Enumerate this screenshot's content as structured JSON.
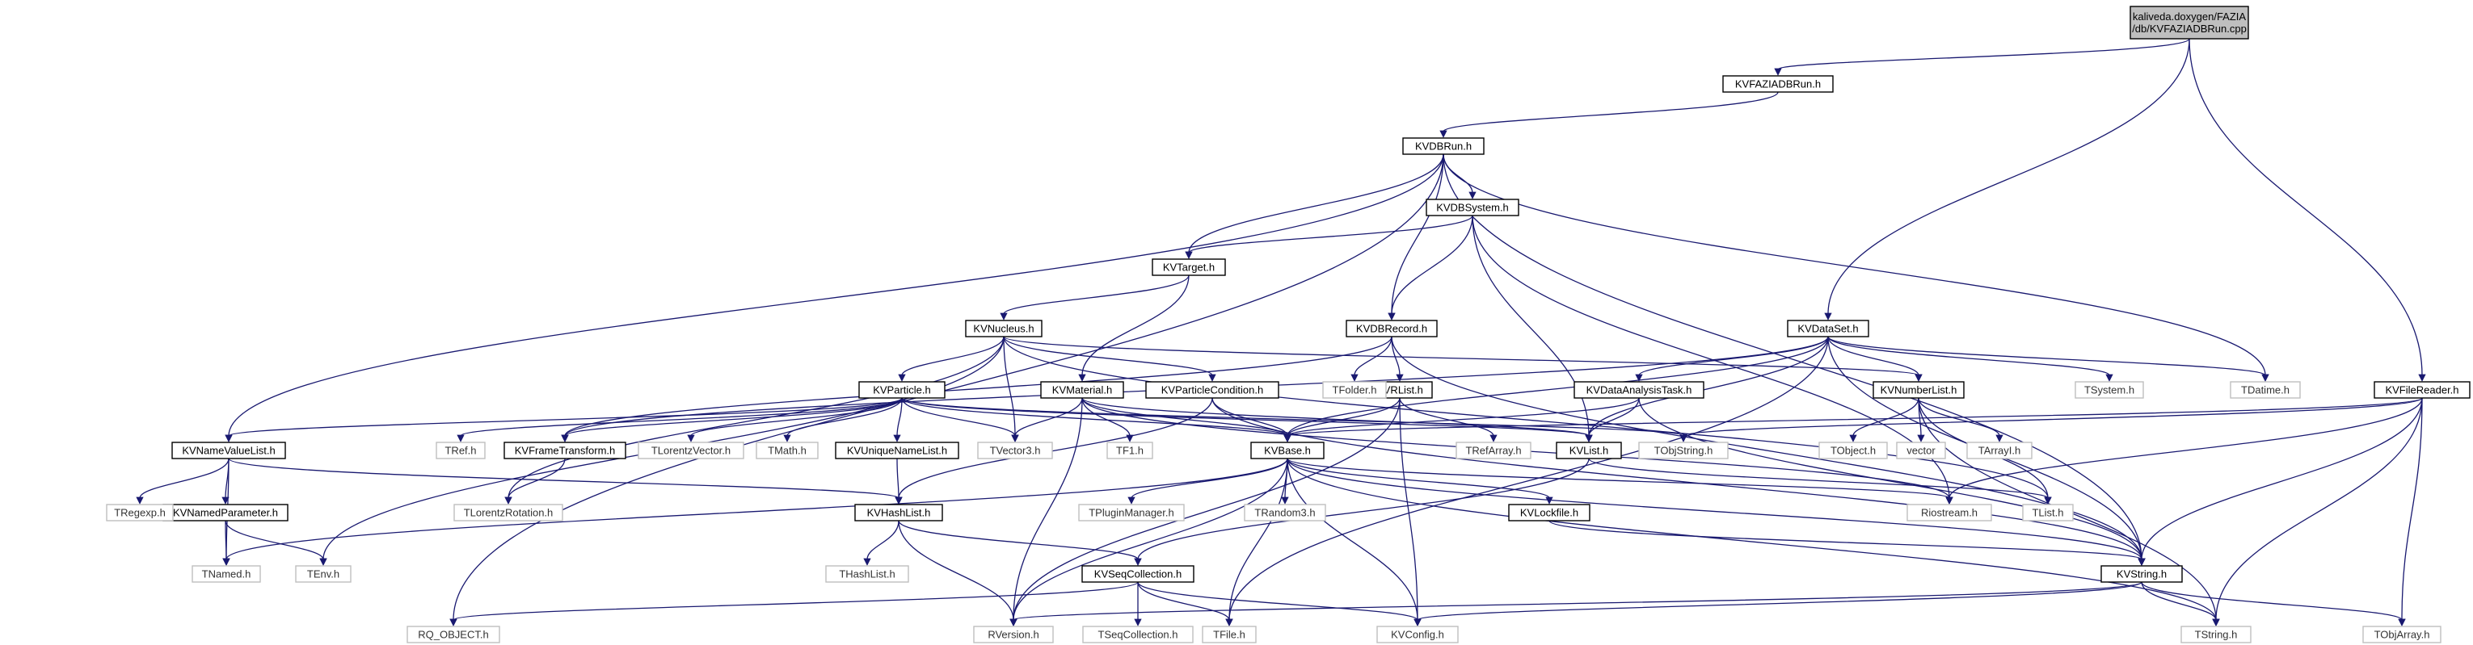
{
  "graph": {
    "root": "root",
    "nodes": [
      {
        "id": "root",
        "lines": [
          "kaliveda.doxygen/FAZIA",
          "/db/KVFAZIADBRun.cpp"
        ],
        "kind": "root"
      },
      {
        "id": "kvfaziadbrun_h",
        "lines": [
          "KVFAZIADBRun.h"
        ],
        "kind": "doc"
      },
      {
        "id": "kvdbrun_h",
        "lines": [
          "KVDBRun.h"
        ],
        "kind": "doc"
      },
      {
        "id": "kvdbsystem_h",
        "lines": [
          "KVDBSystem.h"
        ],
        "kind": "doc"
      },
      {
        "id": "kvtarget_h",
        "lines": [
          "KVTarget.h"
        ],
        "kind": "doc"
      },
      {
        "id": "kvnucleus_h",
        "lines": [
          "KVNucleus.h"
        ],
        "kind": "doc"
      },
      {
        "id": "kvdbrecord_h",
        "lines": [
          "KVDBRecord.h"
        ],
        "kind": "doc"
      },
      {
        "id": "kvdataset_h",
        "lines": [
          "KVDataSet.h"
        ],
        "kind": "doc"
      },
      {
        "id": "kvfilereader_h",
        "lines": [
          "KVFileReader.h"
        ],
        "kind": "doc"
      },
      {
        "id": "kvparticle_h",
        "lines": [
          "KVParticle.h"
        ],
        "kind": "doc"
      },
      {
        "id": "kvmaterial_h",
        "lines": [
          "KVMaterial.h"
        ],
        "kind": "doc"
      },
      {
        "id": "kvparticlecondition_h",
        "lines": [
          "KVParticleCondition.h"
        ],
        "kind": "doc"
      },
      {
        "id": "kvrlist_h",
        "lines": [
          "KVRList.h"
        ],
        "kind": "doc"
      },
      {
        "id": "kvdataanalysistask_h",
        "lines": [
          "KVDataAnalysisTask.h"
        ],
        "kind": "doc"
      },
      {
        "id": "kvnumberlist_h",
        "lines": [
          "KVNumberList.h"
        ],
        "kind": "doc"
      },
      {
        "id": "kvnamevaluelist_h",
        "lines": [
          "KVNameValueList.h"
        ],
        "kind": "doc"
      },
      {
        "id": "kvframetransform_h",
        "lines": [
          "KVFrameTransform.h"
        ],
        "kind": "doc"
      },
      {
        "id": "kvuniquenamelist_h",
        "lines": [
          "KVUniqueNameList.h"
        ],
        "kind": "doc"
      },
      {
        "id": "kvbase_h",
        "lines": [
          "KVBase.h"
        ],
        "kind": "doc"
      },
      {
        "id": "kvlist_h",
        "lines": [
          "KVList.h"
        ],
        "kind": "doc"
      },
      {
        "id": "kvnamedparameter_h",
        "lines": [
          "KVNamedParameter.h"
        ],
        "kind": "doc"
      },
      {
        "id": "kvhashlist_h",
        "lines": [
          "KVHashList.h"
        ],
        "kind": "doc"
      },
      {
        "id": "kvlockfile_h",
        "lines": [
          "KVLockfile.h"
        ],
        "kind": "doc"
      },
      {
        "id": "kvseqcollection_h",
        "lines": [
          "KVSeqCollection.h"
        ],
        "kind": "doc"
      },
      {
        "id": "kvstring_h",
        "lines": [
          "KVString.h"
        ],
        "kind": "doc"
      },
      {
        "id": "tdatime_h",
        "lines": [
          "TDatime.h"
        ],
        "kind": "ext"
      },
      {
        "id": "tsystem_h",
        "lines": [
          "TSystem.h"
        ],
        "kind": "ext"
      },
      {
        "id": "tfolder_h",
        "lines": [
          "TFolder.h"
        ],
        "kind": "ext"
      },
      {
        "id": "tref_h",
        "lines": [
          "TRef.h"
        ],
        "kind": "ext"
      },
      {
        "id": "tlorentzvector_h",
        "lines": [
          "TLorentzVector.h"
        ],
        "kind": "ext"
      },
      {
        "id": "tmath_h",
        "lines": [
          "TMath.h"
        ],
        "kind": "ext"
      },
      {
        "id": "tvector3_h",
        "lines": [
          "TVector3.h"
        ],
        "kind": "ext"
      },
      {
        "id": "tf1_h",
        "lines": [
          "TF1.h"
        ],
        "kind": "ext"
      },
      {
        "id": "trefarray_h",
        "lines": [
          "TRefArray.h"
        ],
        "kind": "ext"
      },
      {
        "id": "tobjstring_h",
        "lines": [
          "TObjString.h"
        ],
        "kind": "ext"
      },
      {
        "id": "tobject_h",
        "lines": [
          "TObject.h"
        ],
        "kind": "ext"
      },
      {
        "id": "vector",
        "lines": [
          "vector"
        ],
        "kind": "ext"
      },
      {
        "id": "tarrayi_h",
        "lines": [
          "TArrayI.h"
        ],
        "kind": "ext"
      },
      {
        "id": "tregexp_h",
        "lines": [
          "TRegexp.h"
        ],
        "kind": "ext"
      },
      {
        "id": "tlorentzrotation_h",
        "lines": [
          "TLorentzRotation.h"
        ],
        "kind": "ext"
      },
      {
        "id": "tpluginmanager_h",
        "lines": [
          "TPluginManager.h"
        ],
        "kind": "ext"
      },
      {
        "id": "trandom3_h",
        "lines": [
          "TRandom3.h"
        ],
        "kind": "ext"
      },
      {
        "id": "riostream_h",
        "lines": [
          "Riostream.h"
        ],
        "kind": "ext"
      },
      {
        "id": "tlist_h",
        "lines": [
          "TList.h"
        ],
        "kind": "ext"
      },
      {
        "id": "tnamed_h",
        "lines": [
          "TNamed.h"
        ],
        "kind": "ext"
      },
      {
        "id": "tenv_h",
        "lines": [
          "TEnv.h"
        ],
        "kind": "ext"
      },
      {
        "id": "thashlist_h",
        "lines": [
          "THashList.h"
        ],
        "kind": "ext"
      },
      {
        "id": "rq_object_h",
        "lines": [
          "RQ_OBJECT.h"
        ],
        "kind": "ext"
      },
      {
        "id": "rversion_h",
        "lines": [
          "RVersion.h"
        ],
        "kind": "ext"
      },
      {
        "id": "tseqcollection_h",
        "lines": [
          "TSeqCollection.h"
        ],
        "kind": "ext"
      },
      {
        "id": "tfile_h",
        "lines": [
          "TFile.h"
        ],
        "kind": "ext"
      },
      {
        "id": "kvconfig_h",
        "lines": [
          "KVConfig.h"
        ],
        "kind": "ext"
      },
      {
        "id": "tstring_h",
        "lines": [
          "TString.h"
        ],
        "kind": "ext"
      },
      {
        "id": "tobjarray_h",
        "lines": [
          "TObjArray.h"
        ],
        "kind": "ext"
      }
    ],
    "edges": [
      [
        "root",
        "kvfaziadbrun_h"
      ],
      [
        "root",
        "kvdataset_h"
      ],
      [
        "root",
        "kvfilereader_h"
      ],
      [
        "kvfaziadbrun_h",
        "kvdbrun_h"
      ],
      [
        "kvdbrun_h",
        "kvdbsystem_h"
      ],
      [
        "kvdbrun_h",
        "kvtarget_h"
      ],
      [
        "kvdbrun_h",
        "kvdbrecord_h"
      ],
      [
        "kvdbrun_h",
        "kvnamevaluelist_h"
      ],
      [
        "kvdbrun_h",
        "tdatime_h"
      ],
      [
        "kvdbrun_h",
        "kvstring_h"
      ],
      [
        "kvdbrun_h",
        "rq_object_h"
      ],
      [
        "kvdbsystem_h",
        "kvtarget_h"
      ],
      [
        "kvdbsystem_h",
        "kvdbrecord_h"
      ],
      [
        "kvdbsystem_h",
        "kvlist_h"
      ],
      [
        "kvdbsystem_h",
        "riostream_h"
      ],
      [
        "kvtarget_h",
        "kvnucleus_h"
      ],
      [
        "kvtarget_h",
        "kvmaterial_h"
      ],
      [
        "kvnucleus_h",
        "kvparticle_h"
      ],
      [
        "kvnucleus_h",
        "kvparticlecondition_h"
      ],
      [
        "kvnucleus_h",
        "kvnumberlist_h"
      ],
      [
        "kvnucleus_h",
        "tvector3_h"
      ],
      [
        "kvnucleus_h",
        "tlorentzrotation_h"
      ],
      [
        "kvnucleus_h",
        "tenv_h"
      ],
      [
        "kvnucleus_h",
        "tlist_h"
      ],
      [
        "kvdbrecord_h",
        "kvrlist_h"
      ],
      [
        "kvdbrecord_h",
        "tfolder_h"
      ],
      [
        "kvdbrecord_h",
        "kvstring_h"
      ],
      [
        "kvdbrecord_h",
        "kvframetransform_h"
      ],
      [
        "kvdataset_h",
        "kvdataanalysistask_h"
      ],
      [
        "kvdataset_h",
        "kvnumberlist_h"
      ],
      [
        "kvdataset_h",
        "kvbase_h"
      ],
      [
        "kvdataset_h",
        "kvlist_h"
      ],
      [
        "kvdataset_h",
        "tsystem_h"
      ],
      [
        "kvdataset_h",
        "tdatime_h"
      ],
      [
        "kvdataset_h",
        "tfile_h"
      ],
      [
        "kvdataset_h",
        "kvstring_h"
      ],
      [
        "kvdataset_h",
        "kvframetransform_h"
      ],
      [
        "kvfilereader_h",
        "kvbase_h"
      ],
      [
        "kvfilereader_h",
        "kvstring_h"
      ],
      [
        "kvfilereader_h",
        "tobjstring_h"
      ],
      [
        "kvfilereader_h",
        "riostream_h"
      ],
      [
        "kvfilereader_h",
        "tstring_h"
      ],
      [
        "kvfilereader_h",
        "tobjarray_h"
      ],
      [
        "kvparticle_h",
        "kvbase_h"
      ],
      [
        "kvparticle_h",
        "kvnamevaluelist_h"
      ],
      [
        "kvparticle_h",
        "kvframetransform_h"
      ],
      [
        "kvparticle_h",
        "kvuniquenamelist_h"
      ],
      [
        "kvparticle_h",
        "tref_h"
      ],
      [
        "kvparticle_h",
        "tlorentzvector_h"
      ],
      [
        "kvparticle_h",
        "tmath_h"
      ],
      [
        "kvparticle_h",
        "tvector3_h"
      ],
      [
        "kvparticle_h",
        "kvlist_h"
      ],
      [
        "kvparticle_h",
        "tobjstring_h"
      ],
      [
        "kvmaterial_h",
        "kvbase_h"
      ],
      [
        "kvmaterial_h",
        "tvector3_h"
      ],
      [
        "kvmaterial_h",
        "tf1_h"
      ],
      [
        "kvmaterial_h",
        "rversion_h"
      ],
      [
        "kvmaterial_h",
        "kvlist_h"
      ],
      [
        "kvmaterial_h",
        "riostream_h"
      ],
      [
        "kvparticlecondition_h",
        "kvbase_h"
      ],
      [
        "kvparticlecondition_h",
        "kvhashlist_h"
      ],
      [
        "kvparticlecondition_h",
        "kvstring_h"
      ],
      [
        "kvrlist_h",
        "kvbase_h"
      ],
      [
        "kvrlist_h",
        "trefarray_h"
      ],
      [
        "kvrlist_h",
        "kvconfig_h"
      ],
      [
        "kvrlist_h",
        "rversion_h"
      ],
      [
        "kvdataanalysistask_h",
        "kvbase_h"
      ],
      [
        "kvdataanalysistask_h",
        "kvlist_h"
      ],
      [
        "kvdataanalysistask_h",
        "kvstring_h"
      ],
      [
        "kvnumberlist_h",
        "tobject_h"
      ],
      [
        "kvnumberlist_h",
        "vector"
      ],
      [
        "kvnumberlist_h",
        "tarrayi_h"
      ],
      [
        "kvnumberlist_h",
        "tlist_h"
      ],
      [
        "kvnumberlist_h",
        "tstring_h"
      ],
      [
        "kvnamevaluelist_h",
        "kvnamedparameter_h"
      ],
      [
        "kvnamevaluelist_h",
        "tregexp_h"
      ],
      [
        "kvnamevaluelist_h",
        "tnamed_h"
      ],
      [
        "kvnamevaluelist_h",
        "kvhashlist_h"
      ],
      [
        "kvframetransform_h",
        "tlorentzrotation_h"
      ],
      [
        "kvuniquenamelist_h",
        "kvhashlist_h"
      ],
      [
        "kvbase_h",
        "kvlockfile_h"
      ],
      [
        "kvbase_h",
        "tpluginmanager_h"
      ],
      [
        "kvbase_h",
        "trandom3_h"
      ],
      [
        "kvbase_h",
        "riostream_h"
      ],
      [
        "kvbase_h",
        "tnamed_h"
      ],
      [
        "kvbase_h",
        "kvstring_h"
      ],
      [
        "kvbase_h",
        "rversion_h"
      ],
      [
        "kvbase_h",
        "tfile_h"
      ],
      [
        "kvbase_h",
        "kvconfig_h"
      ],
      [
        "kvbase_h",
        "tstring_h"
      ],
      [
        "kvlist_h",
        "kvseqcollection_h"
      ],
      [
        "kvlist_h",
        "tlist_h"
      ],
      [
        "kvnamedparameter_h",
        "tnamed_h"
      ],
      [
        "kvnamedparameter_h",
        "tenv_h"
      ],
      [
        "kvhashlist_h",
        "kvseqcollection_h"
      ],
      [
        "kvhashlist_h",
        "thashlist_h"
      ],
      [
        "kvhashlist_h",
        "rversion_h"
      ],
      [
        "kvlockfile_h",
        "kvstring_h"
      ],
      [
        "kvseqcollection_h",
        "tseqcollection_h"
      ],
      [
        "kvseqcollection_h",
        "tfile_h"
      ],
      [
        "kvseqcollection_h",
        "kvconfig_h"
      ],
      [
        "kvseqcollection_h",
        "rq_object_h"
      ],
      [
        "kvstring_h",
        "tstring_h"
      ],
      [
        "kvstring_h",
        "tobjarray_h"
      ],
      [
        "kvstring_h",
        "rversion_h"
      ],
      [
        "kvstring_h",
        "kvconfig_h"
      ]
    ]
  },
  "colors": {
    "edge": "#191970",
    "documented_border": "#000000",
    "external_border": "#bfbfbf",
    "root_fill": "#bfbfbf"
  }
}
